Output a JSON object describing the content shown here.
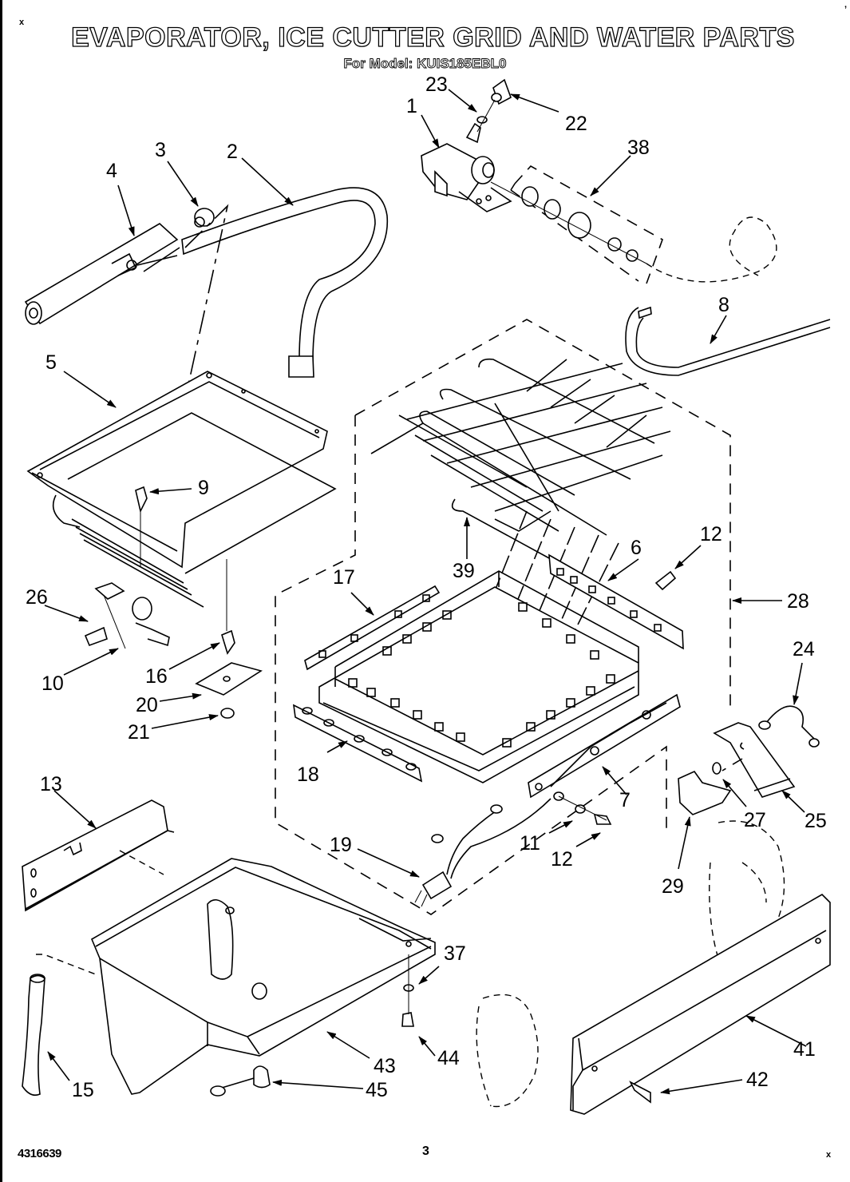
{
  "header": {
    "title": "EVAPORATOR, ICE CUTTER GRID AND WATER PARTS",
    "subtitle": "For Model: KUIS185EBL0",
    "corner_mark_top_left": "x",
    "corner_mark_top_right": ","
  },
  "footer": {
    "document_number": "4316639",
    "page_number": "3",
    "corner_mark_bottom_right": "x"
  },
  "callouts": [
    {
      "id": "1",
      "label": "1",
      "part": "water-valve"
    },
    {
      "id": "2",
      "label": "2",
      "part": "fill-tube"
    },
    {
      "id": "3",
      "label": "3",
      "part": "grommet"
    },
    {
      "id": "4",
      "label": "4",
      "part": "fill-tube-heater"
    },
    {
      "id": "5",
      "label": "5",
      "part": "evaporator-tray"
    },
    {
      "id": "6",
      "label": "6",
      "part": "grid-bracket-upper"
    },
    {
      "id": "7",
      "label": "7",
      "part": "grid-bracket-lower"
    },
    {
      "id": "8",
      "label": "8",
      "part": "water-tube"
    },
    {
      "id": "9",
      "label": "9",
      "part": "screw"
    },
    {
      "id": "10",
      "label": "10",
      "part": "thermostat-bracket"
    },
    {
      "id": "11",
      "label": "11",
      "part": "washer"
    },
    {
      "id": "12a",
      "label": "12",
      "part": "screw-upper"
    },
    {
      "id": "12b",
      "label": "12",
      "part": "screw-lower"
    },
    {
      "id": "13",
      "label": "13",
      "part": "bracket"
    },
    {
      "id": "15",
      "label": "15",
      "part": "drain-hose"
    },
    {
      "id": "16",
      "label": "16",
      "part": "screw"
    },
    {
      "id": "17",
      "label": "17",
      "part": "side-rail"
    },
    {
      "id": "18",
      "label": "18",
      "part": "lower-rail"
    },
    {
      "id": "19",
      "label": "19",
      "part": "harness"
    },
    {
      "id": "20",
      "label": "20",
      "part": "clip"
    },
    {
      "id": "21",
      "label": "21",
      "part": "nut"
    },
    {
      "id": "22",
      "label": "22",
      "part": "cap"
    },
    {
      "id": "23",
      "label": "23",
      "part": "washer"
    },
    {
      "id": "24",
      "label": "24",
      "part": "wire-harness"
    },
    {
      "id": "25",
      "label": "25",
      "part": "transformer-bracket"
    },
    {
      "id": "26",
      "label": "26",
      "part": "screw"
    },
    {
      "id": "27",
      "label": "27",
      "part": "plug"
    },
    {
      "id": "28",
      "label": "28",
      "part": "cutter-grid-assembly"
    },
    {
      "id": "29",
      "label": "29",
      "part": "cover"
    },
    {
      "id": "37",
      "label": "37",
      "part": "washer"
    },
    {
      "id": "38",
      "label": "38",
      "part": "valve-fitting-kit"
    },
    {
      "id": "39",
      "label": "39",
      "part": "evaporator-coil"
    },
    {
      "id": "41",
      "label": "41",
      "part": "front-panel"
    },
    {
      "id": "42",
      "label": "42",
      "part": "screw"
    },
    {
      "id": "43",
      "label": "43",
      "part": "water-pan"
    },
    {
      "id": "44",
      "label": "44",
      "part": "screw"
    },
    {
      "id": "45",
      "label": "45",
      "part": "thermistor"
    }
  ]
}
